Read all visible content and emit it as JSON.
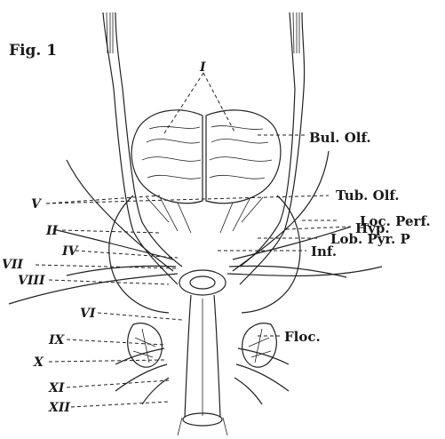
{
  "figure_label": "Fig. 1",
  "labels": {
    "I": "I",
    "V": "V",
    "II": "II",
    "IV": "IV",
    "VII": "VII",
    "VIII": "VIII",
    "VI": "VI",
    "IX": "IX",
    "X": "X",
    "XI": "XI",
    "XII": "XII",
    "bul_olf": "Bul. Olf.",
    "tub_olf": "Tub. Olf.",
    "loc_perf": "Loc. Perf.",
    "lob_pyr": "Lob. Pyr. P",
    "inf": "Inf.",
    "hyp": "Hyp.",
    "floc": "Floc."
  },
  "colors": {
    "ink": "#222222",
    "paper": "#ffffff"
  }
}
